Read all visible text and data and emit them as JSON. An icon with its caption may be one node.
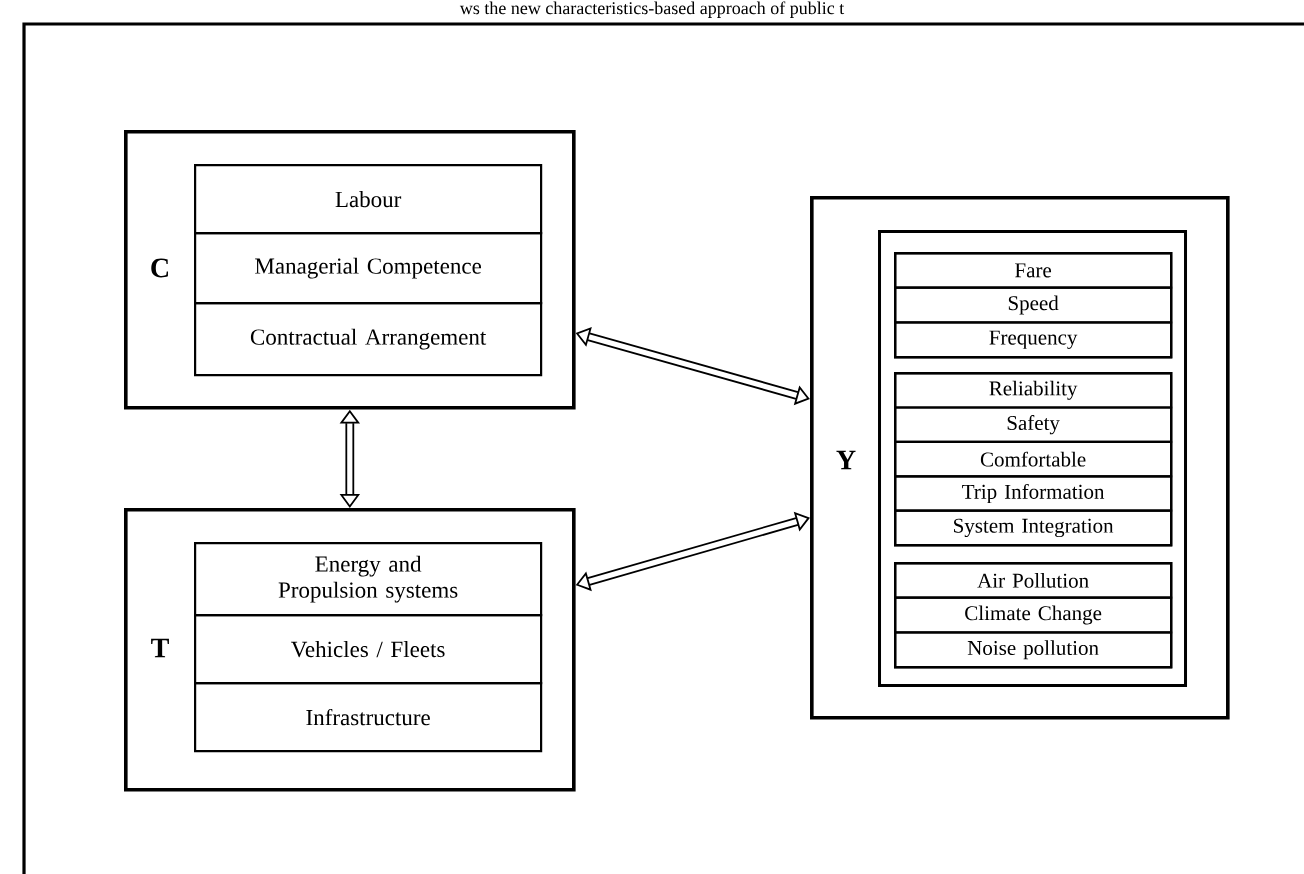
{
  "diagram": {
    "nodes": [
      {
        "text": [
          "C"
        ]
      },
      {
        "text": [
          "Labour"
        ],
        "in": 0
      },
      {
        "text": [
          "Managerial Competence"
        ],
        "in": 0
      },
      {
        "text": [
          "Contractual Arrangement"
        ],
        "in": 0
      },
      {
        "text": [
          "T"
        ]
      },
      {
        "text": [
          "Energy and Propulsion systems"
        ],
        "in": 4
      },
      {
        "text": [
          "Vehicles / Fleets"
        ],
        "in": 4
      },
      {
        "text": [
          "Infrastructure"
        ],
        "in": 4
      },
      {
        "text": [
          "Y"
        ]
      },
      {
        "text": [],
        "shape": "box",
        "in": 8
      },
      {
        "text": [],
        "shape": "box",
        "in": 9
      },
      {
        "text": [
          "Fare"
        ],
        "in": 10
      },
      {
        "text": [
          "Speed"
        ],
        "in": 10
      },
      {
        "text": [
          "Frequency"
        ],
        "in": 10
      },
      {
        "text": [],
        "shape": "box",
        "in": 9
      },
      {
        "text": [
          "Reliability"
        ],
        "in": 14
      },
      {
        "text": [
          "Safety"
        ],
        "in": 14
      },
      {
        "text": [
          "Comfortable"
        ],
        "in": 14
      },
      {
        "text": [
          "Trip Information"
        ],
        "in": 14
      },
      {
        "text": [
          "System Integration"
        ],
        "in": 14
      },
      {
        "text": [],
        "shape": "box",
        "in": 9
      },
      {
        "text": [
          "Air Pollution"
        ],
        "in": 20
      },
      {
        "text": [
          "Climate Change"
        ],
        "in": 20
      },
      {
        "text": [
          "Noise pollution"
        ],
        "in": 20
      }
    ],
    "edges": [
      {
        "from": 0,
        "to": 8,
        "arrow": "both"
      },
      {
        "from": 0,
        "to": 4,
        "arrow": "both"
      },
      {
        "from": 4,
        "to": 8,
        "arrow": "both"
      }
    ],
    "labels": [
      "ws the new characteristics-based approach of public t"
    ]
  }
}
